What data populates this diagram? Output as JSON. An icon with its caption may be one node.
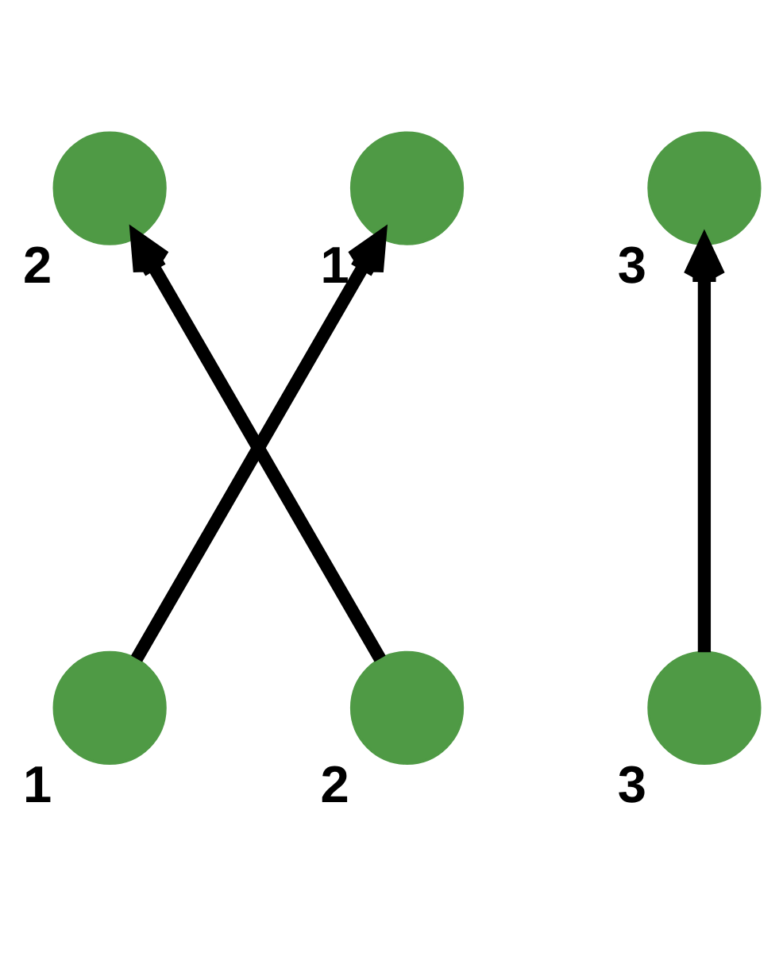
{
  "diagram": {
    "nodes": [
      {
        "text": [],
        "shape": "circle",
        "beside": [
          "2"
        ]
      },
      {
        "text": [],
        "shape": "circle",
        "beside": [
          "1"
        ]
      },
      {
        "text": [],
        "shape": "circle",
        "beside": [
          "3"
        ]
      },
      {
        "text": [],
        "shape": "circle",
        "beside": [
          "1"
        ]
      },
      {
        "text": [],
        "shape": "circle",
        "beside": [
          "2"
        ]
      },
      {
        "text": [],
        "shape": "circle",
        "beside": [
          "3"
        ]
      }
    ],
    "edges": [
      {
        "from": 3,
        "to": 1,
        "arrow": "to"
      },
      {
        "from": 4,
        "to": 0,
        "arrow": "to"
      },
      {
        "from": 5,
        "to": 2,
        "arrow": "to"
      }
    ]
  }
}
